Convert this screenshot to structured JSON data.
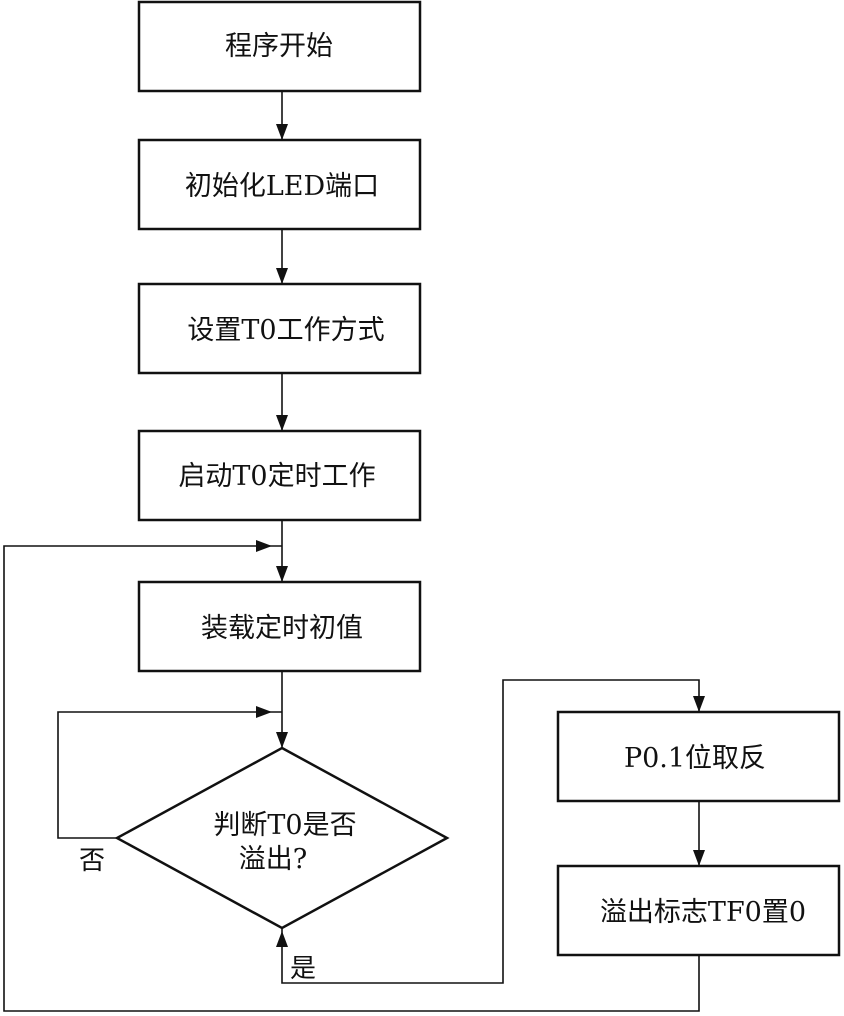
{
  "flowchart": {
    "nodes": {
      "start": "程序开始",
      "init_led": "初始化LED端口",
      "set_t0_mode": "设置T0工作方式",
      "start_t0": "启动T0定时工作",
      "load_initial": "装载定时初值",
      "check_overflow_line1": "判断T0是否",
      "check_overflow_line2": "溢出?",
      "toggle_p01": "P0.1位取反",
      "clear_tf0": "溢出标志TF0置0"
    },
    "edge_labels": {
      "no": "否",
      "yes": "是"
    }
  }
}
